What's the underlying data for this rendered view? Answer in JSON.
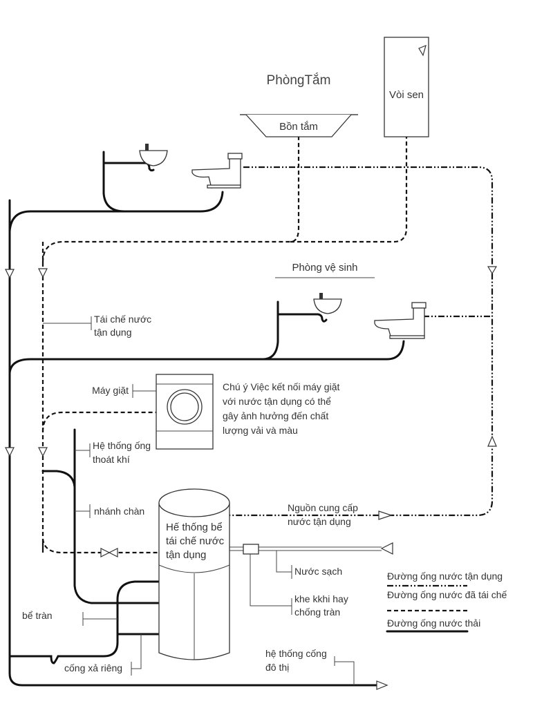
{
  "rooms": {
    "bathroom_title": "PhòngTắm",
    "toilet_room_title": "Phòng vệ sinh"
  },
  "fixtures": {
    "bathtub": "Bồn tắm",
    "shower": "Vòi sen",
    "washing_machine": "Máy giặt",
    "tank_line1": "Hế thống bể",
    "tank_line2": "tái chế nước",
    "tank_line3": "tận dụng"
  },
  "labels": {
    "recycle_reuse_line1": "Tái chế nước",
    "recycle_reuse_line2": "tận dụng",
    "vent_line1": "Hệ thống ống",
    "vent_line2": "thoát khí",
    "branch": "nhánh chàn",
    "supply_line1": "Nguồn cung cấp",
    "supply_line2": "nước tận dụng",
    "clean_water": "Nước sạch",
    "air_gap_line1": "khe kkhi hay",
    "air_gap_line2": "chống tràn",
    "overflow": "bể tràn",
    "separate_drain": "cống xả riêng",
    "sewer_line1": "hệ thống cống",
    "sewer_line2": "đô thị"
  },
  "note": {
    "line1": "Chú ý  Việc kết nối máy giặt",
    "line2": "với nước tận dụng có thể",
    "line3": "gây ảnh hưởng đến chất",
    "line4": "lượng  vải và màu"
  },
  "legend": {
    "items": [
      {
        "label": "Đường ống nước tận dụng",
        "style": "dash-dot-dot"
      },
      {
        "label": "Đường ống nước đã tái chế",
        "style": "dashed"
      },
      {
        "label": "Đường ống nước thải",
        "style": "solid-thick"
      }
    ]
  }
}
